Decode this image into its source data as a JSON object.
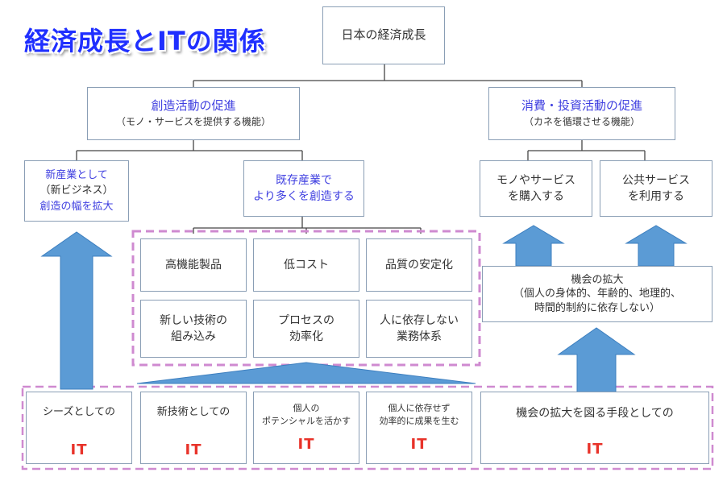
{
  "title": "経済成長とITの関係",
  "top": "日本の経済成長",
  "left_main": {
    "title": "創造活動の促進",
    "subtitle": "（モノ・サービスを提供する機能）"
  },
  "right_main": {
    "title": "消費・投資活動の促進",
    "subtitle": "（カネを循環させる機能）"
  },
  "new_industry": {
    "line1": "新産業として",
    "line2": "（新ビジネス）",
    "line3": "創造の幅を拡大"
  },
  "existing": {
    "line1": "既存産業で",
    "line2": "より多くを創造する"
  },
  "buy": {
    "line1": "モノやサービス",
    "line2": "を購入する"
  },
  "public": {
    "line1": "公共サービス",
    "line2": "を利用する"
  },
  "grid": [
    {
      "line1": "高機能製品",
      "line2": ""
    },
    {
      "line1": "低コスト",
      "line2": ""
    },
    {
      "line1": "品質の安定化",
      "line2": ""
    },
    {
      "line1": "新しい技術の",
      "line2": "組み込み"
    },
    {
      "line1": "プロセスの",
      "line2": "効率化"
    },
    {
      "line1": "人に依存しない",
      "line2": "業務体系"
    }
  ],
  "opportunity": {
    "line1": "機会の拡大",
    "line2": "（個人の身体的、年齢的、地理的、",
    "line3": "時間的制約に依存しない）"
  },
  "bottom": [
    {
      "line1": "シーズとしての",
      "line2": "",
      "it": "IT"
    },
    {
      "line1": "新技術としての",
      "line2": "",
      "it": "IT"
    },
    {
      "line1": "個人の",
      "line2": "ポテンシャルを活かす",
      "it": "IT"
    },
    {
      "line1": "個人に依存せず",
      "line2": "効率的に成果を生む",
      "it": "IT"
    },
    {
      "line1": "機会の拡大を図る手段としての",
      "line2": "",
      "it": "IT"
    }
  ],
  "colors": {
    "title": "#1f2fff",
    "blue_text": "#3f3fe0",
    "it": "#e8332a",
    "arrow": "#5b9bd5",
    "dash": "#cf8ad0",
    "box_border": "#8a9eb5"
  }
}
